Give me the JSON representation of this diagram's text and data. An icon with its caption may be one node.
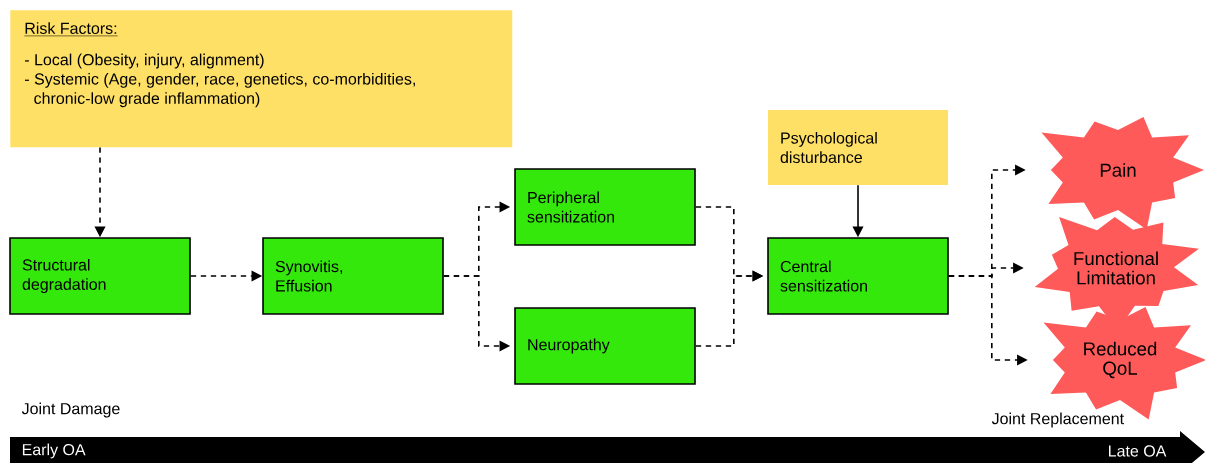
{
  "diagram": {
    "nodes": [
      {
        "text": [
          "Risk Factors:",
          "- Local (Obesity, injury, alignment)",
          "- Systemic (Age, gender, race, genetics, co-morbidities, chronic-low grade inflammation)"
        ]
      },
      {
        "text": [
          "Structural degradation"
        ]
      },
      {
        "text": [
          "Synovitis, Effusion"
        ]
      },
      {
        "text": [
          "Peripheral sensitization"
        ]
      },
      {
        "text": [
          "Neuropathy"
        ]
      },
      {
        "text": [
          "Psychological disturbance"
        ]
      },
      {
        "text": [
          "Central sensitization"
        ]
      },
      {
        "text": [
          "Pain"
        ]
      },
      {
        "text": [
          "Functional Limitation"
        ]
      },
      {
        "text": [
          "Reduced QoL"
        ]
      }
    ],
    "edges": [
      {
        "from": 0,
        "to": 1,
        "arrow": "to",
        "style": "dashed"
      },
      {
        "from": 1,
        "to": 2,
        "arrow": "to",
        "style": "dashed"
      },
      {
        "from": 2,
        "to": 3,
        "arrow": "to",
        "style": "dashed"
      },
      {
        "from": 2,
        "to": 4,
        "arrow": "to",
        "style": "dashed"
      },
      {
        "from": 3,
        "to": 6,
        "arrow": "to",
        "style": "dashed"
      },
      {
        "from": 4,
        "to": 6,
        "arrow": "to",
        "style": "dashed"
      },
      {
        "from": 5,
        "to": 6,
        "arrow": "to"
      },
      {
        "from": 6,
        "to": 7,
        "arrow": "to",
        "style": "dashed"
      },
      {
        "from": 6,
        "to": 8,
        "arrow": "to",
        "style": "dashed"
      },
      {
        "from": 6,
        "to": 9,
        "arrow": "to",
        "style": "dashed"
      }
    ],
    "labels": [
      "Joint Damage",
      "Joint Replacement",
      "Early OA",
      "Late OA"
    ]
  }
}
